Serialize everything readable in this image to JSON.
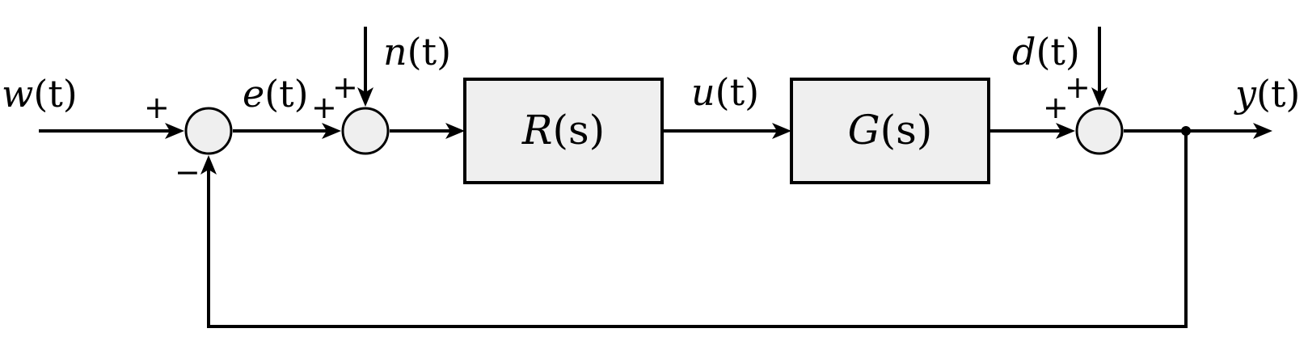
{
  "signals": {
    "w": {
      "name": "w",
      "arg": "(t)"
    },
    "e": {
      "name": "e",
      "arg": "(t)"
    },
    "n": {
      "name": "n",
      "arg": "(t)"
    },
    "u": {
      "name": "u",
      "arg": "(t)"
    },
    "d": {
      "name": "d",
      "arg": "(t)"
    },
    "y": {
      "name": "y",
      "arg": "(t)"
    }
  },
  "blocks": {
    "controller": {
      "name": "R",
      "arg": "(s)"
    },
    "plant": {
      "name": "G",
      "arg": "(s)"
    }
  },
  "signs": {
    "sum1_input": "+",
    "sum1_feedback": "−",
    "sum2_input": "+",
    "sum2_disturbance": "+",
    "sum3_input": "+",
    "sum3_disturbance": "+"
  },
  "colors": {
    "block_fill": "#efefef",
    "stroke": "#000000"
  }
}
